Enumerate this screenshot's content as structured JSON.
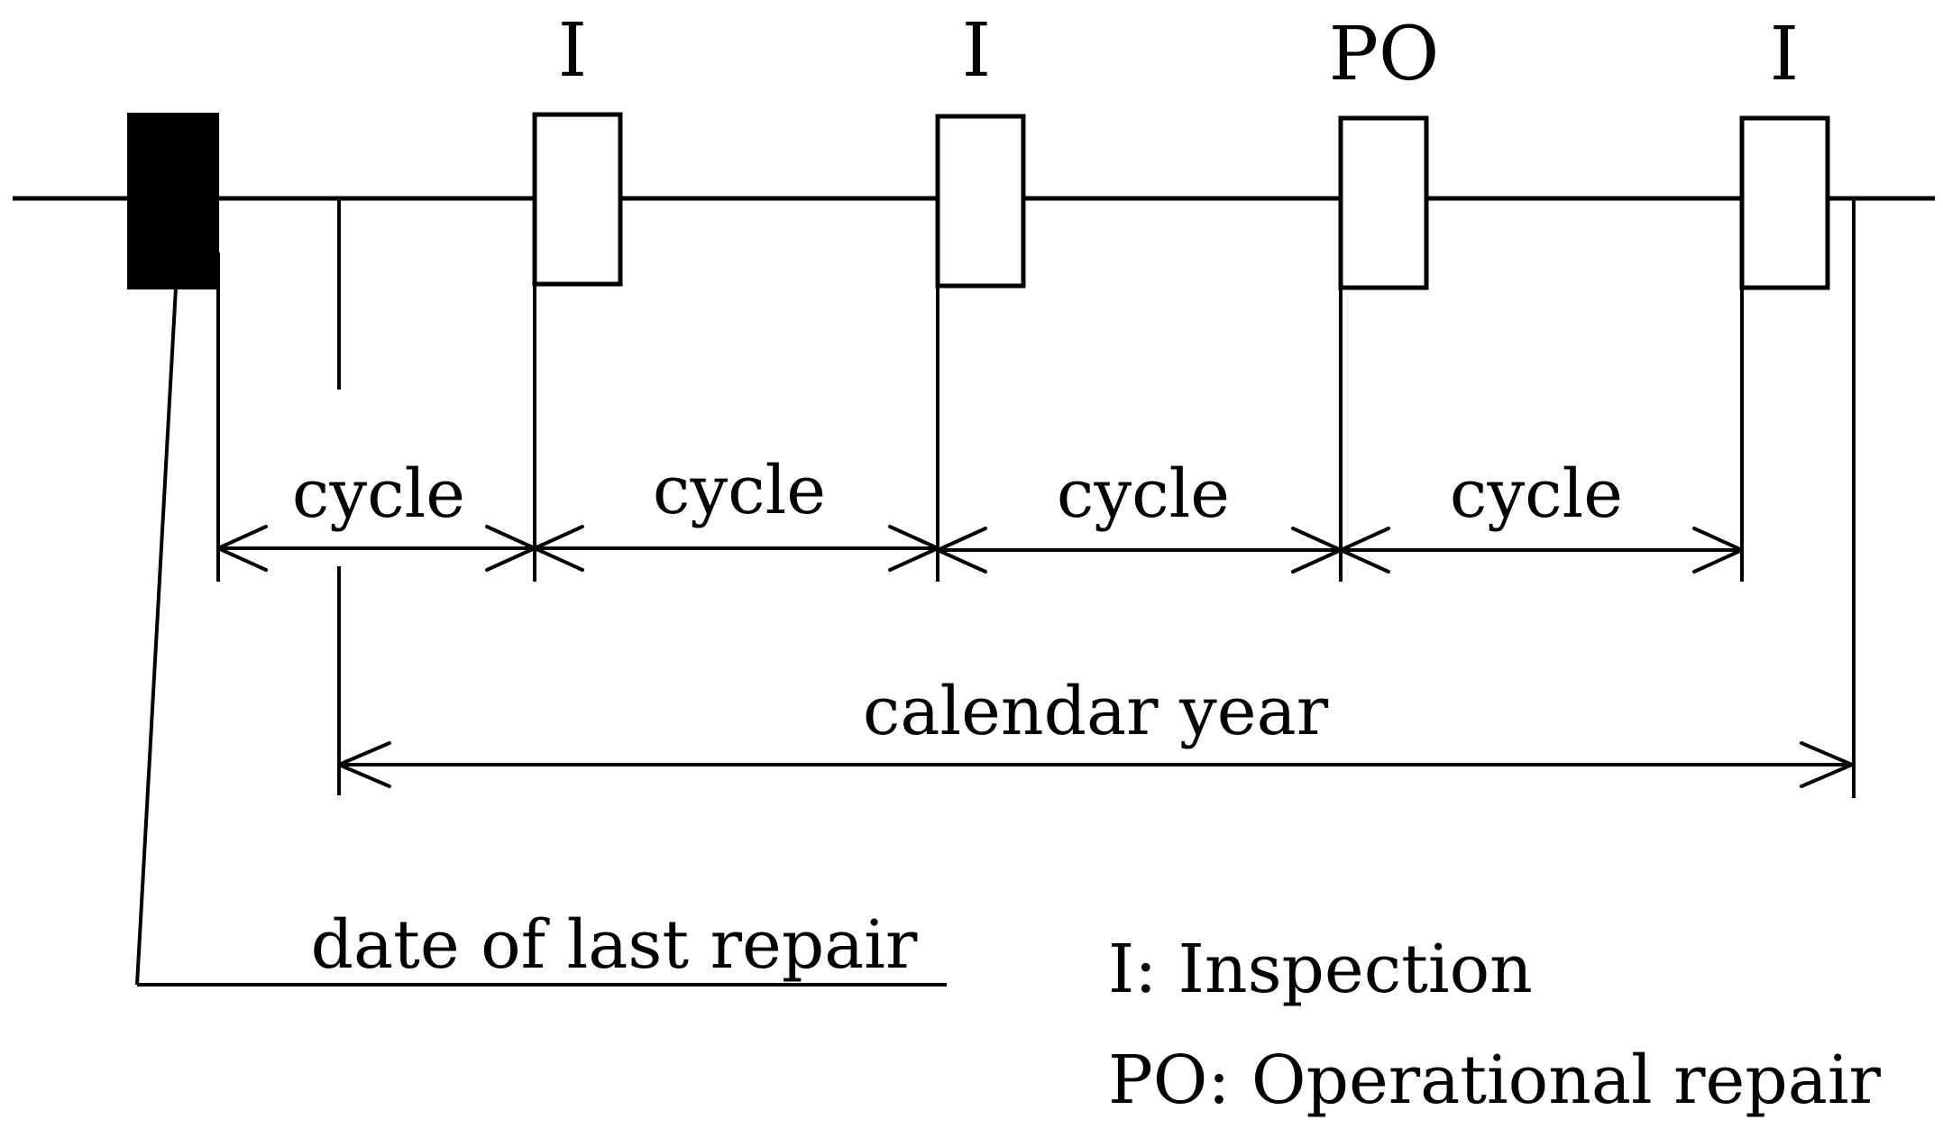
{
  "diagram": {
    "event_labels": [
      "I",
      "I",
      "PO",
      "I"
    ],
    "cycle_labels": [
      "cycle",
      "cycle",
      "cycle",
      "cycle"
    ],
    "calendar_year_label": "calendar year",
    "last_repair_label": "date of last repair",
    "legend": {
      "inspection": "I: Inspection",
      "operational_repair": "PO: Operational repair"
    }
  }
}
